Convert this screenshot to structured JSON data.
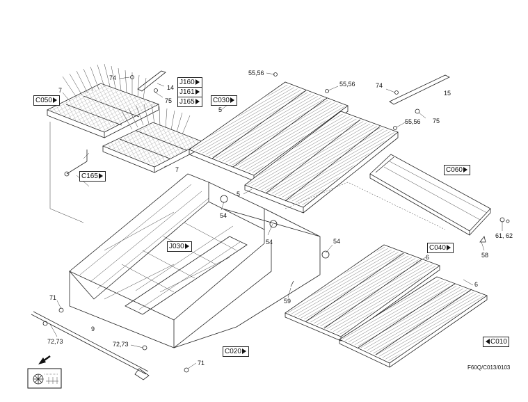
{
  "refs": {
    "c050": "C050",
    "j160": "J160",
    "j161": "J161",
    "j165": "J165",
    "c030": "C030",
    "c060": "C060",
    "c165": "C165",
    "j030": "J030",
    "c040": "C040",
    "c020": "C020",
    "c010": "C010"
  },
  "parts": {
    "p74a": "74",
    "p7a": "7",
    "p14": "14",
    "p75a": "75",
    "p5556a": "55,56",
    "p5556b": "55,56",
    "p5a": "5",
    "p74b": "74",
    "p15": "15",
    "p75b": "75",
    "p5556c": "55,56",
    "p7b": "7",
    "p5b": "5",
    "p54a": "54",
    "p54b": "54",
    "p54c": "54",
    "p6a": "6",
    "p6b": "6",
    "p6162": "61, 62",
    "p58": "58",
    "p59": "59",
    "p71a": "71",
    "p7273a": "72,73",
    "p9": "9",
    "p7273b": "72,73",
    "p71b": "71"
  },
  "drawing_code": "F60Q/C013/0103",
  "icons": {
    "direction": "arrow-down-left-icon",
    "machine": "combine-thresher-icon"
  }
}
